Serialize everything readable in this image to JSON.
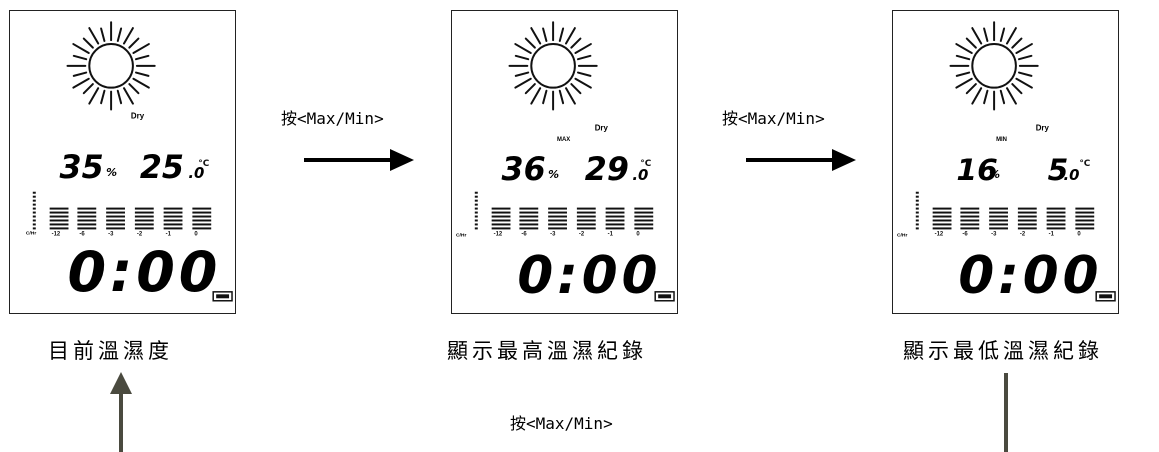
{
  "panels": [
    {
      "id": "current",
      "dry_label": "Dry",
      "mode_label": "",
      "humidity": "35",
      "humidity_unit": "%",
      "temperature": "25",
      "temperature_decimal": ".0",
      "clock": "0:00",
      "history_hours": [
        "-12",
        "-6",
        "-3",
        "-2",
        "-1",
        "0"
      ],
      "history_axis_label": "C/Hr"
    },
    {
      "id": "max",
      "dry_label": "Dry",
      "mode_label": "MAX",
      "humidity": "36",
      "humidity_unit": "%",
      "temperature": "29",
      "temperature_decimal": ".0",
      "clock": "0:00",
      "history_hours": [
        "-12",
        "-6",
        "-3",
        "-2",
        "-1",
        "0"
      ],
      "history_axis_label": "C/Hr"
    },
    {
      "id": "min",
      "dry_label": "Dry",
      "mode_label": "MIN",
      "humidity": "16",
      "humidity_unit": "%",
      "temperature": "5",
      "temperature_decimal": ".0",
      "clock": "0:00",
      "history_hours": [
        "-12",
        "-6",
        "-3",
        "-2",
        "-1",
        "0"
      ],
      "history_axis_label": "C/Hr"
    }
  ],
  "captions": {
    "current": "目前溫濕度",
    "max": "顯示最高溫濕紀錄",
    "min": "顯示最低溫濕紀錄"
  },
  "arrows": {
    "label_1": "按<Max/Min>",
    "label_2": "按<Max/Min>",
    "bottom_label": "按<Max/Min>"
  },
  "colors": {
    "lcd_ink": "#111111",
    "return_arrow": "#4a4a3f"
  }
}
